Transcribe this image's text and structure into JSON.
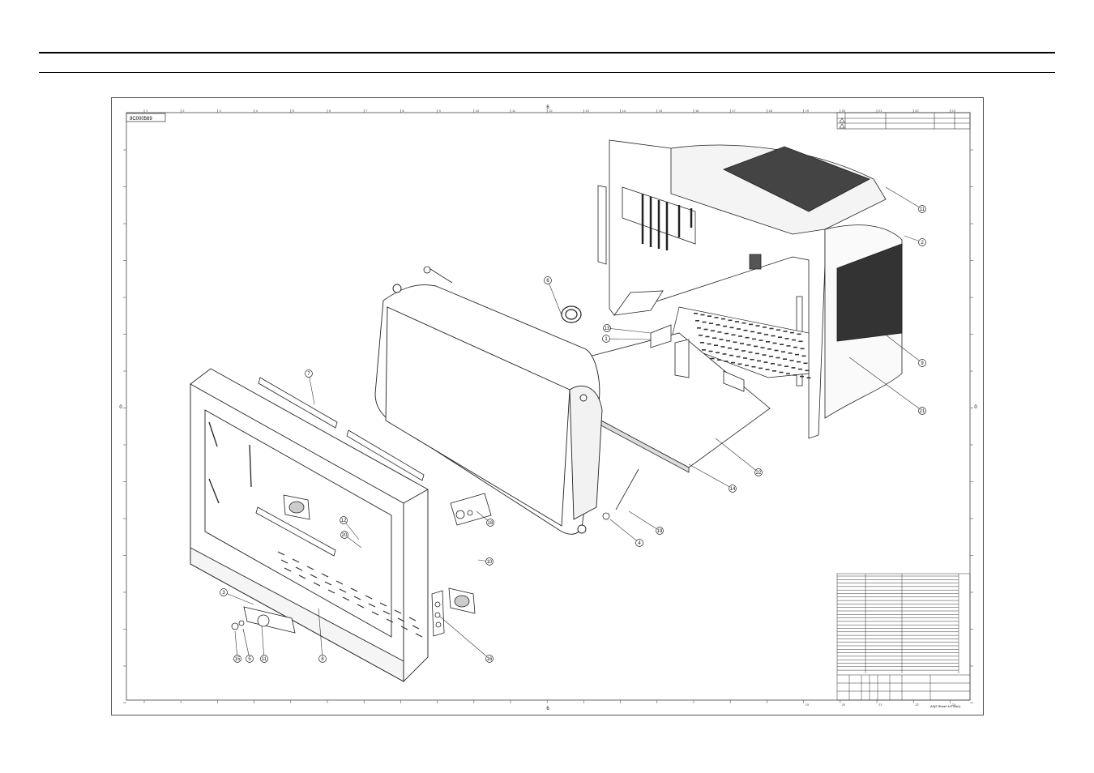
{
  "drawing": {
    "code": "9C000569",
    "sheet_label_top": "6",
    "sheet_label_bottom": "6",
    "side_label_left": "0",
    "side_label_right": "0",
    "footer_note": "A3(2 Sheet 1/4 Size)"
  },
  "ruler_top": [
    "1",
    "2",
    "3",
    "4",
    "5",
    "6",
    "7",
    "8",
    "9",
    "10",
    "11",
    "12",
    "13",
    "14",
    "15",
    "16",
    "17",
    "18",
    "19",
    "20",
    "21",
    "22",
    "23"
  ],
  "ruler_bottom": [
    "19",
    "20",
    "21",
    "22",
    "23"
  ],
  "callouts": [
    {
      "label": "11"
    },
    {
      "label": "2"
    },
    {
      "label": "6"
    },
    {
      "label": "13"
    },
    {
      "label": "1"
    },
    {
      "label": "9"
    },
    {
      "label": "21"
    },
    {
      "label": "7"
    },
    {
      "label": "22"
    },
    {
      "label": "14"
    },
    {
      "label": "18"
    },
    {
      "label": "12"
    },
    {
      "label": "20"
    },
    {
      "label": "10"
    },
    {
      "label": "19"
    },
    {
      "label": "4"
    },
    {
      "label": "3"
    },
    {
      "label": "15"
    },
    {
      "label": "5"
    },
    {
      "label": "11"
    },
    {
      "label": "8"
    },
    {
      "label": "16"
    }
  ]
}
